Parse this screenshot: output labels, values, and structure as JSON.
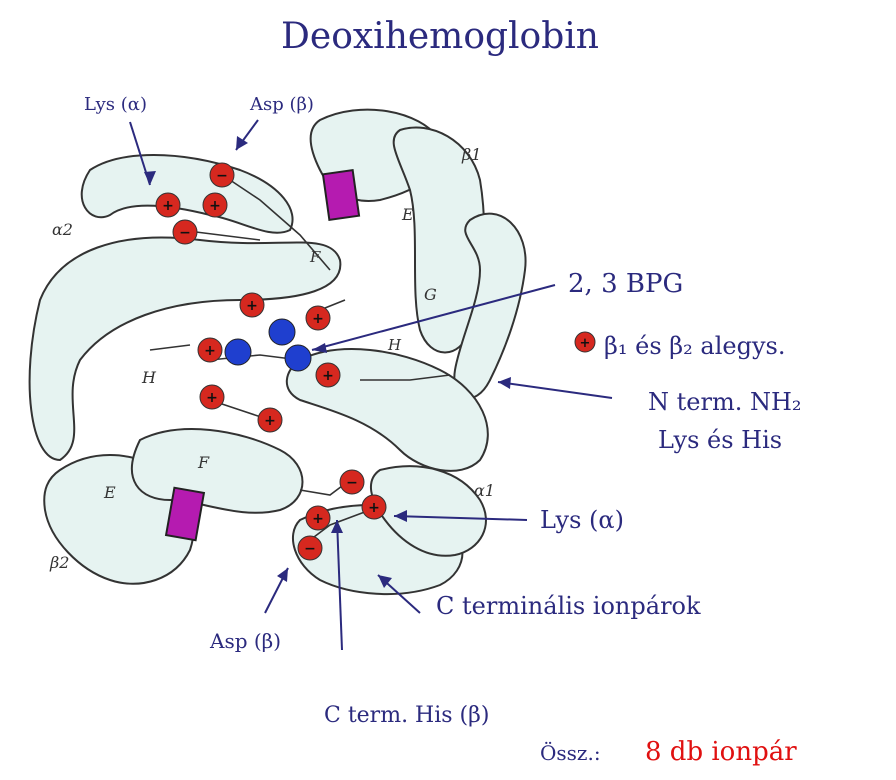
{
  "title": "Deoxihemoglobin",
  "subunits": {
    "a2": "α2",
    "b1": "β1",
    "a1": "α1",
    "b2": "β2"
  },
  "helices": {
    "E_top": "E",
    "F_top": "F",
    "G_top": "G",
    "H_right": "H",
    "H_left": "H",
    "F_bottom": "F",
    "E_bottom": "E"
  },
  "labels": {
    "lys_alpha_top": "Lys (α)",
    "asp_beta_top": "Asp (β)",
    "bpg": "2, 3 BPG",
    "legend_text": "β₁ és β₂ alegys.",
    "n_term_line1": "N term. NH₂",
    "n_term_line2": "Lys és His",
    "lys_alpha_right": "Lys (α)",
    "c_term_pairs": "C terminális ionpárok",
    "asp_beta_bottom": "Asp (β)",
    "c_term_his": "C term. His (β)",
    "total_prefix": "Össz.:",
    "total_value": "8 db ionpár"
  },
  "charges": {
    "plus": "+",
    "minus": "−"
  },
  "colors": {
    "ink": "#2b2a7e",
    "positive_charge": "#d6281f",
    "negative_bpg": "#1f3fcf",
    "heme": "#b51bb0",
    "ribbon_fill": "#e6f3f1",
    "total_red": "#e01010"
  }
}
